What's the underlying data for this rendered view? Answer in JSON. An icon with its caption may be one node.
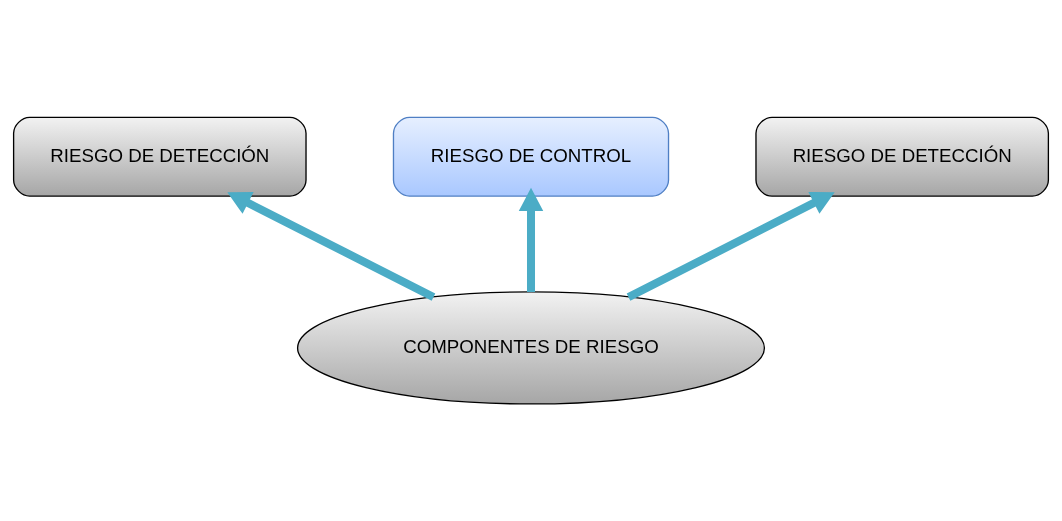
{
  "diagram": {
    "nodes": [
      {
        "text": [
          "RIESGO DE CONTROL"
        ]
      },
      {
        "text": [
          "RIESGO DE DETECCIÓN"
        ]
      },
      {
        "text": [
          "RIESGO DE DETECCIÓN"
        ]
      },
      {
        "text": [
          "COMPONENTES DE RIESGO"
        ]
      }
    ],
    "edges": [
      {
        "from": 3,
        "to": 1,
        "arrow": "to"
      },
      {
        "from": 3,
        "to": 0,
        "arrow": "to"
      },
      {
        "from": 3,
        "to": 2,
        "arrow": "to"
      }
    ]
  }
}
